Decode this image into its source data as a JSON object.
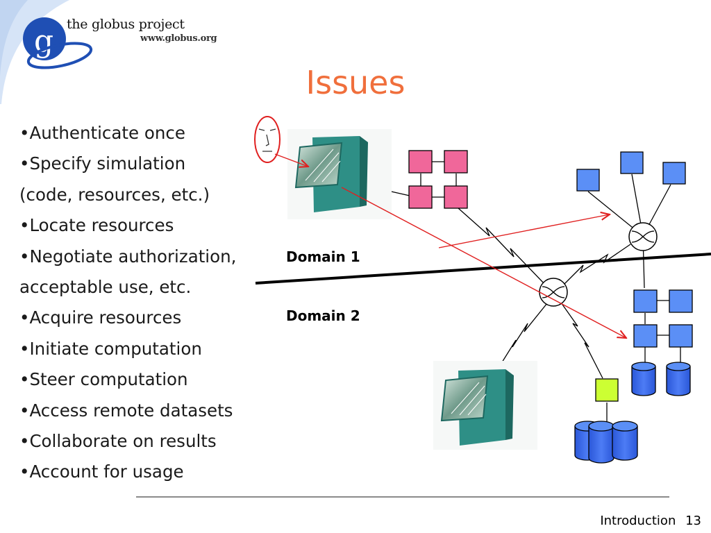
{
  "logo": {
    "letter": "g",
    "name": "the globus project",
    "url": "www.globus.org"
  },
  "title": "Issues",
  "bullets": [
    {
      "text": "•Authenticate once"
    },
    {
      "text": "•Specify simulation"
    },
    {
      "text": "(code, resources, etc.)"
    },
    {
      "text": "•Locate resources"
    },
    {
      "text": "•Negotiate authorization,"
    },
    {
      "text": "acceptable use, etc."
    },
    {
      "text": "•Acquire resources"
    },
    {
      "text": "•Initiate computation"
    },
    {
      "text": "•Steer computation"
    },
    {
      "text": "•Access remote datasets"
    },
    {
      "text": "•Collaborate on results"
    },
    {
      "text": "•Account for usage"
    }
  ],
  "diagram": {
    "domain1_label": "Domain 1",
    "domain2_label": "Domain 2",
    "colors": {
      "pink_nodes": "#f0679a",
      "blue_nodes": "#5b8ff6",
      "database": "#3366ee",
      "yellow_node": "#ccff33",
      "arrow": "#e02020",
      "server": "#2e8f86",
      "title": "#f06f3c"
    }
  },
  "footer": {
    "section": "Introduction",
    "page": "13"
  }
}
